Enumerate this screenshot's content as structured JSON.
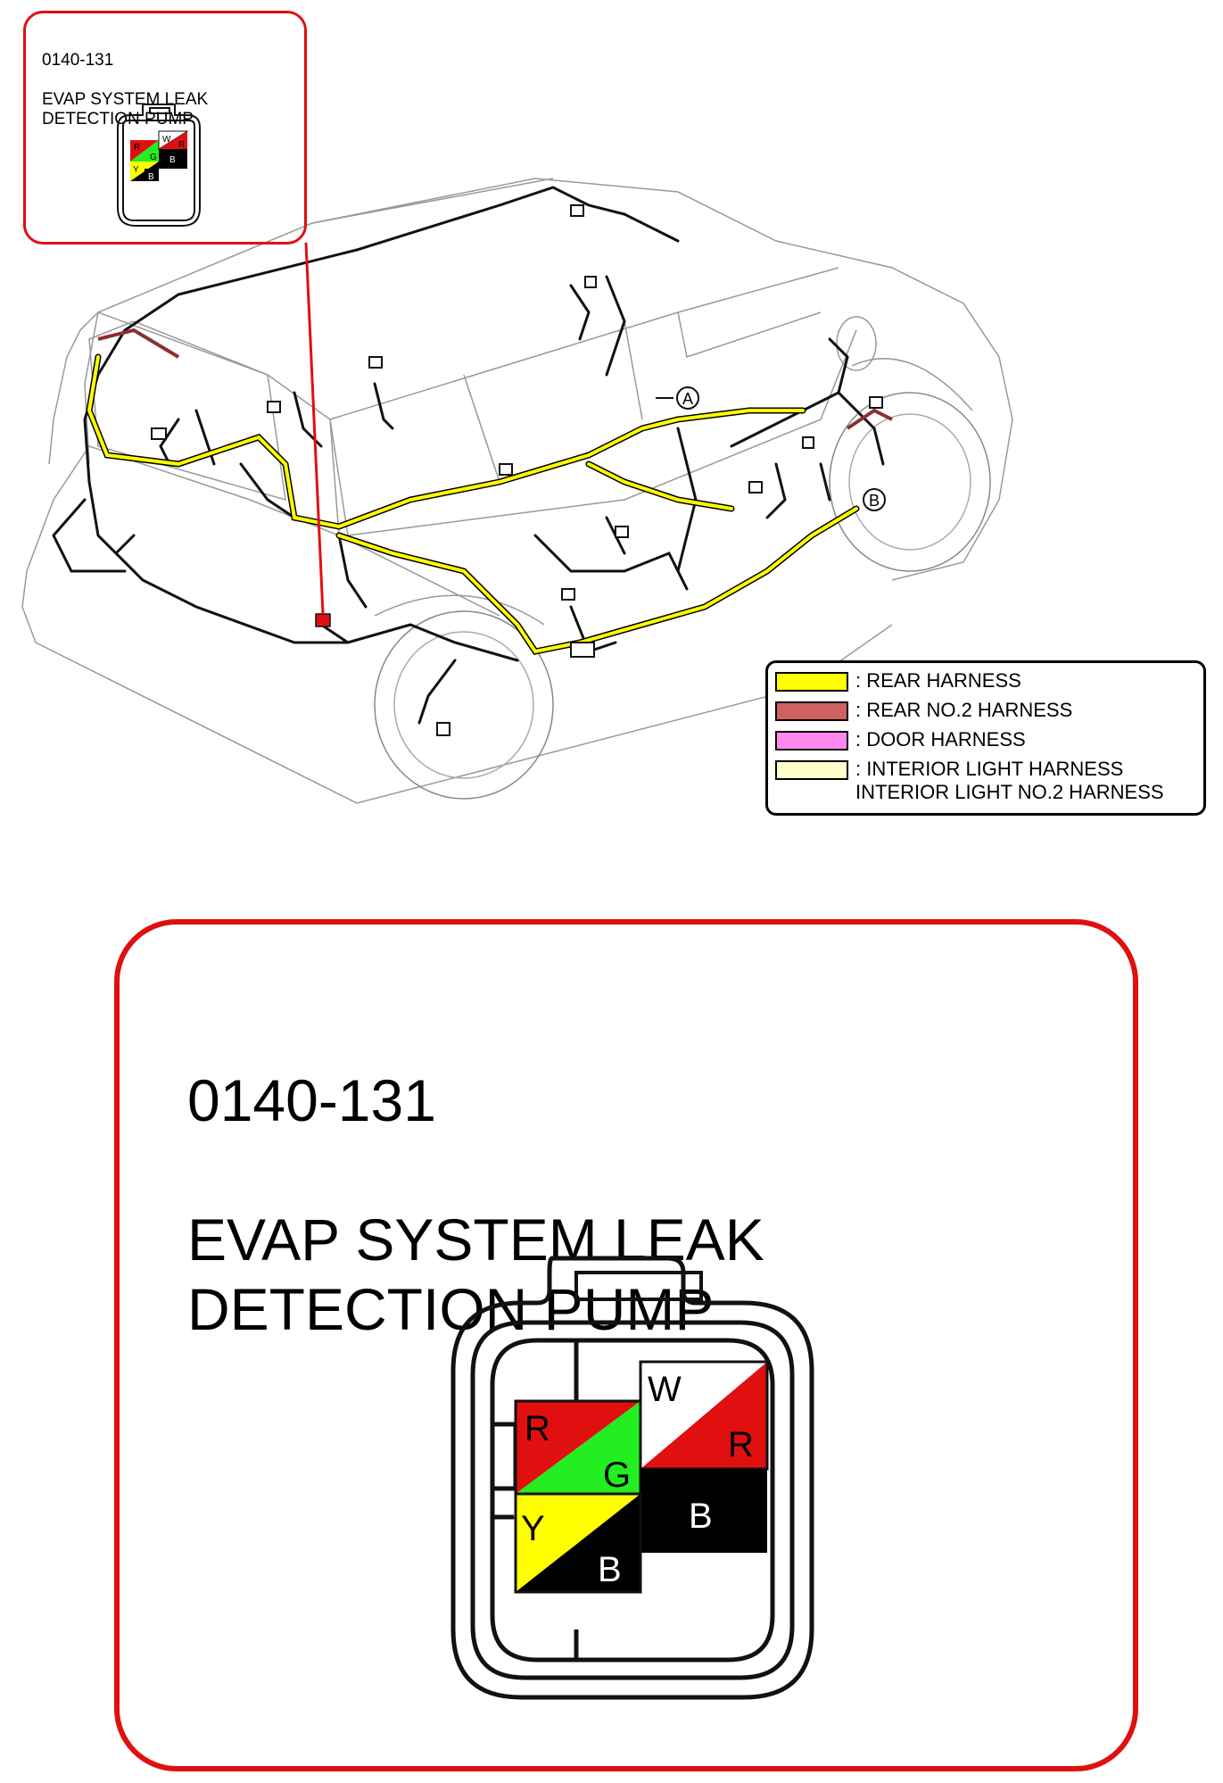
{
  "connector": {
    "code": "0140-131",
    "name": "EVAP SYSTEM LEAK\nDETECTION PUMP",
    "pins": {
      "top_left": {
        "a": "R",
        "b": "G",
        "colors": [
          "#e01010",
          "#22ee22"
        ]
      },
      "top_right": {
        "a": "W",
        "b": "R",
        "colors": [
          "#ffffff",
          "#e01010"
        ]
      },
      "mid_right": {
        "label": "B",
        "color": "#000000"
      },
      "bottom_left": {
        "a": "Y",
        "b": "B",
        "colors": [
          "#ffff00",
          "#000000"
        ]
      }
    }
  },
  "markers": {
    "a": "A",
    "b": "B"
  },
  "legend": {
    "items": [
      {
        "label": ": REAR HARNESS",
        "color": "#ffff00"
      },
      {
        "label": ": REAR NO.2 HARNESS",
        "color": "#cd6060"
      },
      {
        "label": ": DOOR HARNESS",
        "color": "#ff88ee"
      },
      {
        "label": ": INTERIOR LIGHT HARNESS\nINTERIOR LIGHT NO.2 HARNESS",
        "color": "#ffffcc"
      }
    ]
  },
  "colors": {
    "callout": "#e01010",
    "wire": "#111111",
    "harness_yellow": "#ffff00"
  }
}
